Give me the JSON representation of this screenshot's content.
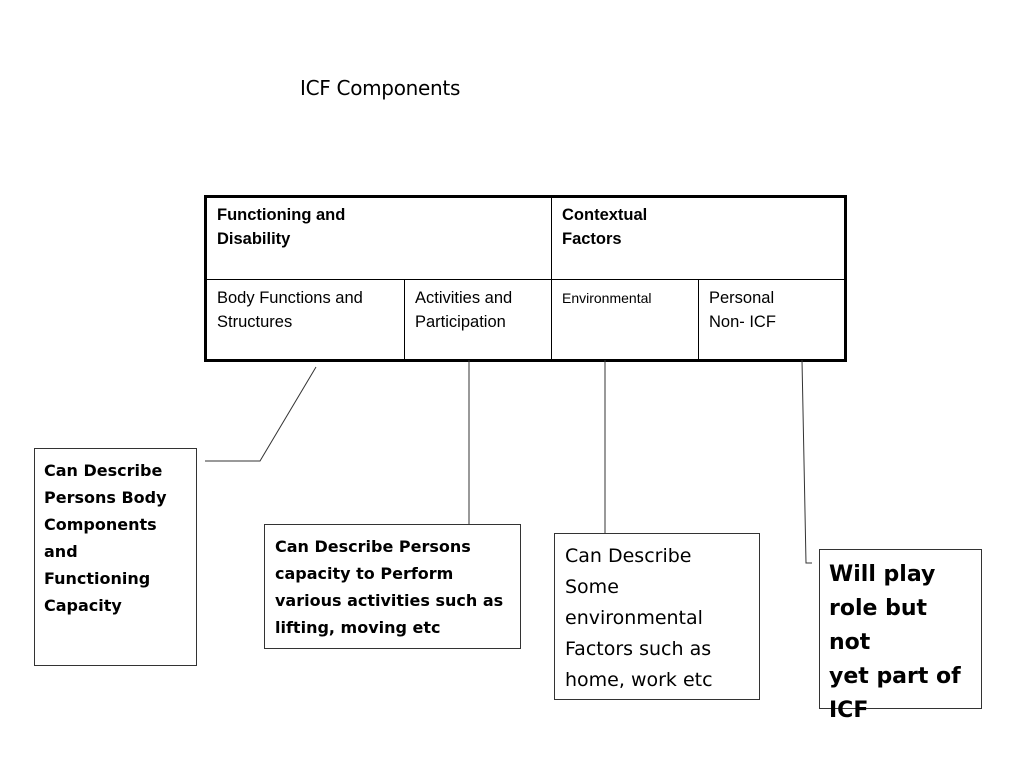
{
  "title": "ICF Components",
  "table": {
    "header_left": "Functioning and\nDisability",
    "header_right": "Contextual\nFactors",
    "body_functions": "Body Functions and\nStructures",
    "activities": "Activities and\nParticipation",
    "environmental": "Environmental",
    "personal": "Personal\nNon- ICF"
  },
  "notes": {
    "body": "Can Describe\nPersons Body\nComponents\nand\nFunctioning\nCapacity",
    "activities": "Can Describe Persons\ncapacity to Perform\nvarious activities such as\nlifting, moving etc",
    "environmental": "Can Describe\nSome\nenvironmental\nFactors such as\nhome, work etc",
    "personal": "Will play\nrole but not\nyet part of\nICF"
  }
}
